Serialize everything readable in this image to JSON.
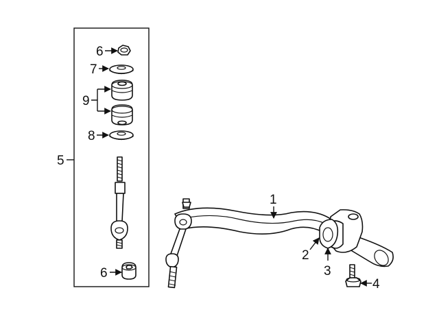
{
  "callouts": {
    "c1": "1",
    "c2": "2",
    "c3": "3",
    "c4": "4",
    "c5": "5",
    "c6_top": "6",
    "c6_bottom": "6",
    "c7": "7",
    "c8": "8",
    "c9": "9"
  }
}
